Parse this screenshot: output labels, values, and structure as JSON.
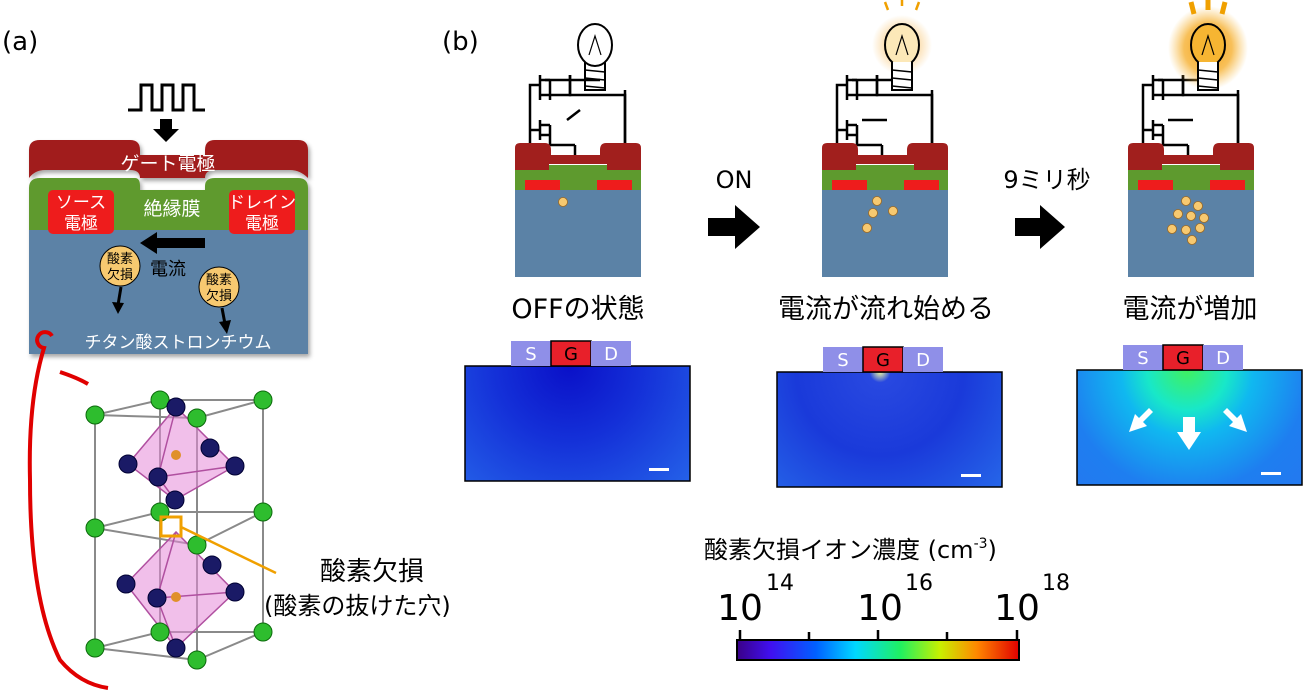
{
  "colors": {
    "gate": "#a11f1d",
    "insulator": "#5e9a2e",
    "electrode": "#ee1c1c",
    "substrate": "#5b82a6",
    "vacancy": "#f7c970",
    "bulb_glow": "#f4a51c",
    "sim_background": "#1d58e6",
    "contact_sd": "#8f8fe8",
    "contact_g": "#e8202a",
    "leader_red": "#e00000",
    "leader_orange": "#f0a000"
  },
  "panel_a": {
    "label": "(a)",
    "gate_label": "ゲート電極",
    "source_label": [
      "ソース",
      "電極"
    ],
    "insulator_label": "絶縁膜",
    "drain_label": [
      "ドレイン",
      "電極"
    ],
    "current_label": "電流",
    "vacancy_badge": [
      "酸素",
      "欠損"
    ],
    "substrate_label": "チタン酸ストロンチウム",
    "callout_title": "酸素欠損",
    "callout_subtitle": "(酸素の抜けた穴)"
  },
  "panel_b": {
    "label": "(b)",
    "arrow1_label": "ON",
    "arrow2_label": "9ミリ秒",
    "stages": [
      {
        "caption": "OFFの状態",
        "vacancy_count": 1,
        "bulb_state": "off"
      },
      {
        "caption": "電流が流れ始める",
        "vacancy_count": 4,
        "bulb_state": "dim"
      },
      {
        "caption": "電流が増加",
        "vacancy_count": 9,
        "bulb_state": "bright"
      }
    ],
    "contacts": [
      "S",
      "G",
      "D"
    ]
  },
  "colorbar": {
    "title_main": "酸素欠損イオン濃度 (cm",
    "title_sup": "-3",
    "title_end": ")",
    "ticks": [
      {
        "base": "10",
        "exp": "14"
      },
      {
        "base": "10",
        "exp": "16"
      },
      {
        "base": "10",
        "exp": "18"
      }
    ]
  }
}
